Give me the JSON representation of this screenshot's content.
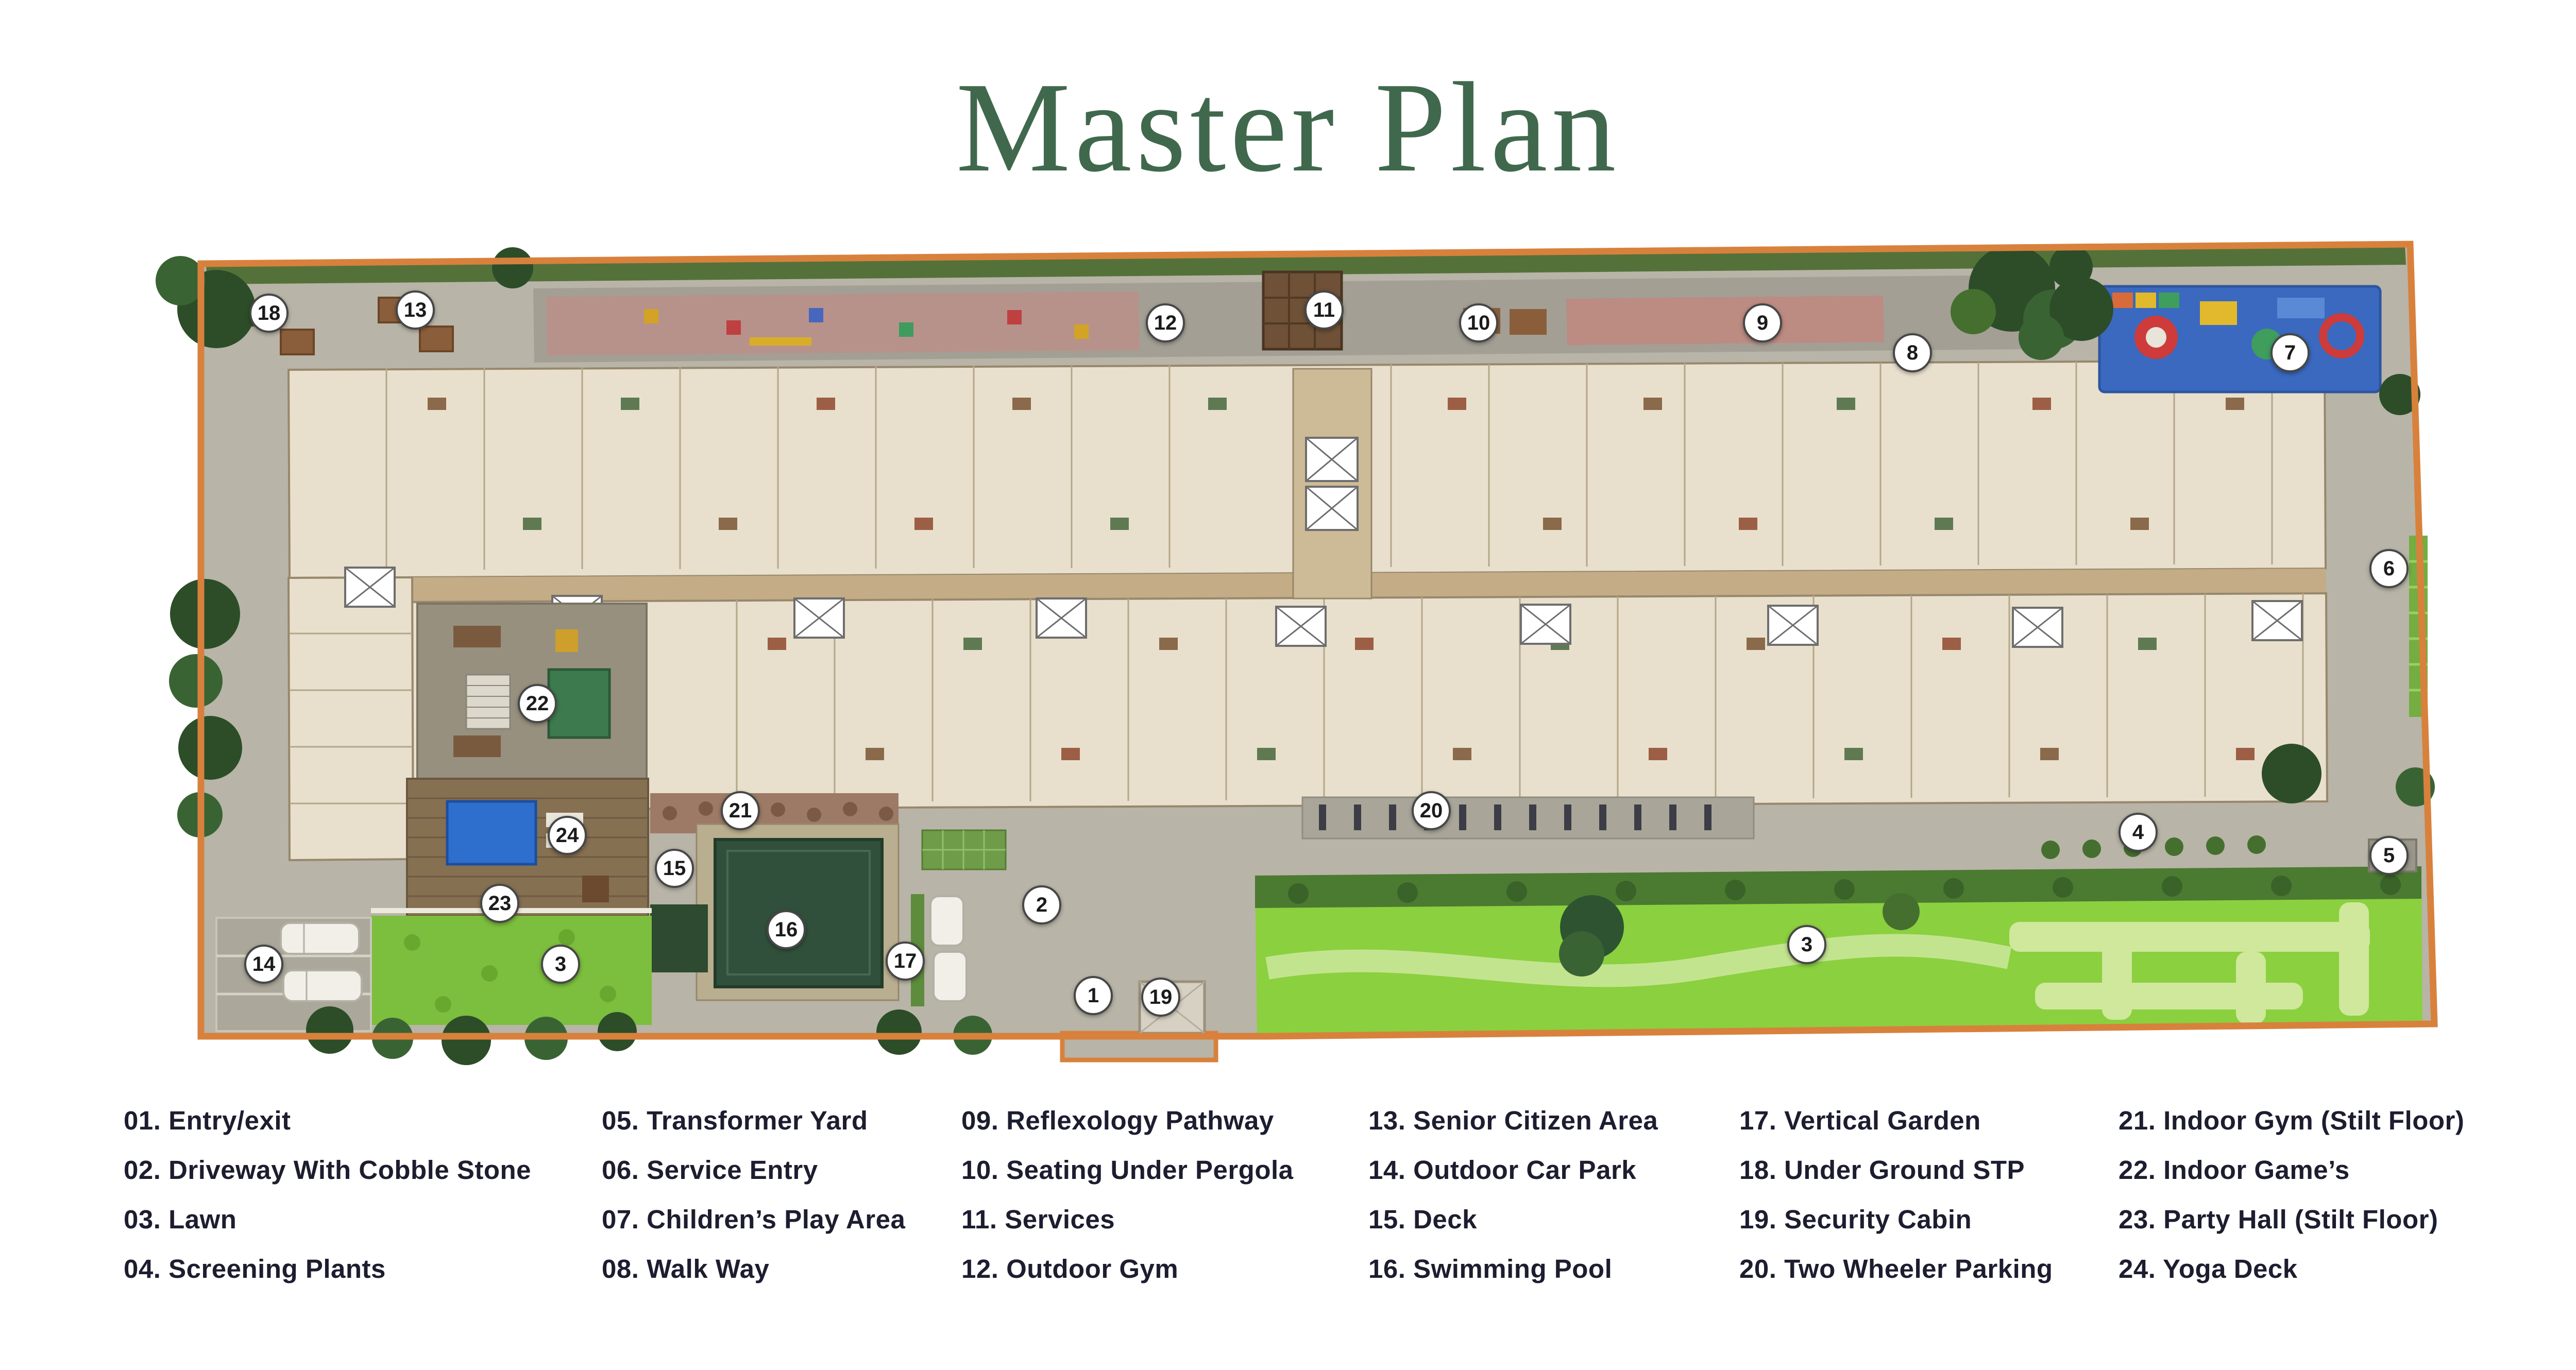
{
  "page": {
    "title": "Master Plan"
  },
  "plan": {
    "colors": {
      "boundary": "#d8813c",
      "lawn": "#8bd03f",
      "lawn_left": "#7cbe3d",
      "pool": "#31503b",
      "playground": "#3a69bf",
      "title": "#40684d",
      "legend_text": "#1d1d30"
    },
    "markers": [
      "18",
      "13",
      "12",
      "11",
      "10",
      "9",
      "8",
      "7",
      "6",
      "22",
      "21",
      "24",
      "15",
      "23",
      "20",
      "4",
      "5",
      "16",
      "2",
      "17",
      "3",
      "14",
      "3",
      "1",
      "19"
    ]
  },
  "legend": {
    "columns": [
      {
        "items": [
          "01. Entry/exit",
          "02. Driveway With Cobble Stone",
          "03. Lawn",
          "04. Screening Plants"
        ]
      },
      {
        "items": [
          "05. Transformer Yard",
          "06. Service Entry",
          "07. Children’s Play Area",
          "08. Walk Way"
        ]
      },
      {
        "items": [
          "09. Reflexology Pathway",
          "10. Seating Under Pergola",
          "11. Services",
          "12. Outdoor Gym"
        ]
      },
      {
        "items": [
          "13. Senior Citizen Area",
          "14. Outdoor Car Park",
          "15. Deck",
          "16. Swimming Pool"
        ]
      },
      {
        "items": [
          "17. Vertical Garden",
          "18. Under Ground STP",
          "19. Security Cabin",
          "20. Two Wheeler Parking"
        ]
      },
      {
        "items": [
          "21. Indoor Gym (Stilt Floor)",
          "22. Indoor Game’s",
          "23. Party Hall (Stilt Floor)",
          "24. Yoga Deck"
        ]
      }
    ]
  }
}
